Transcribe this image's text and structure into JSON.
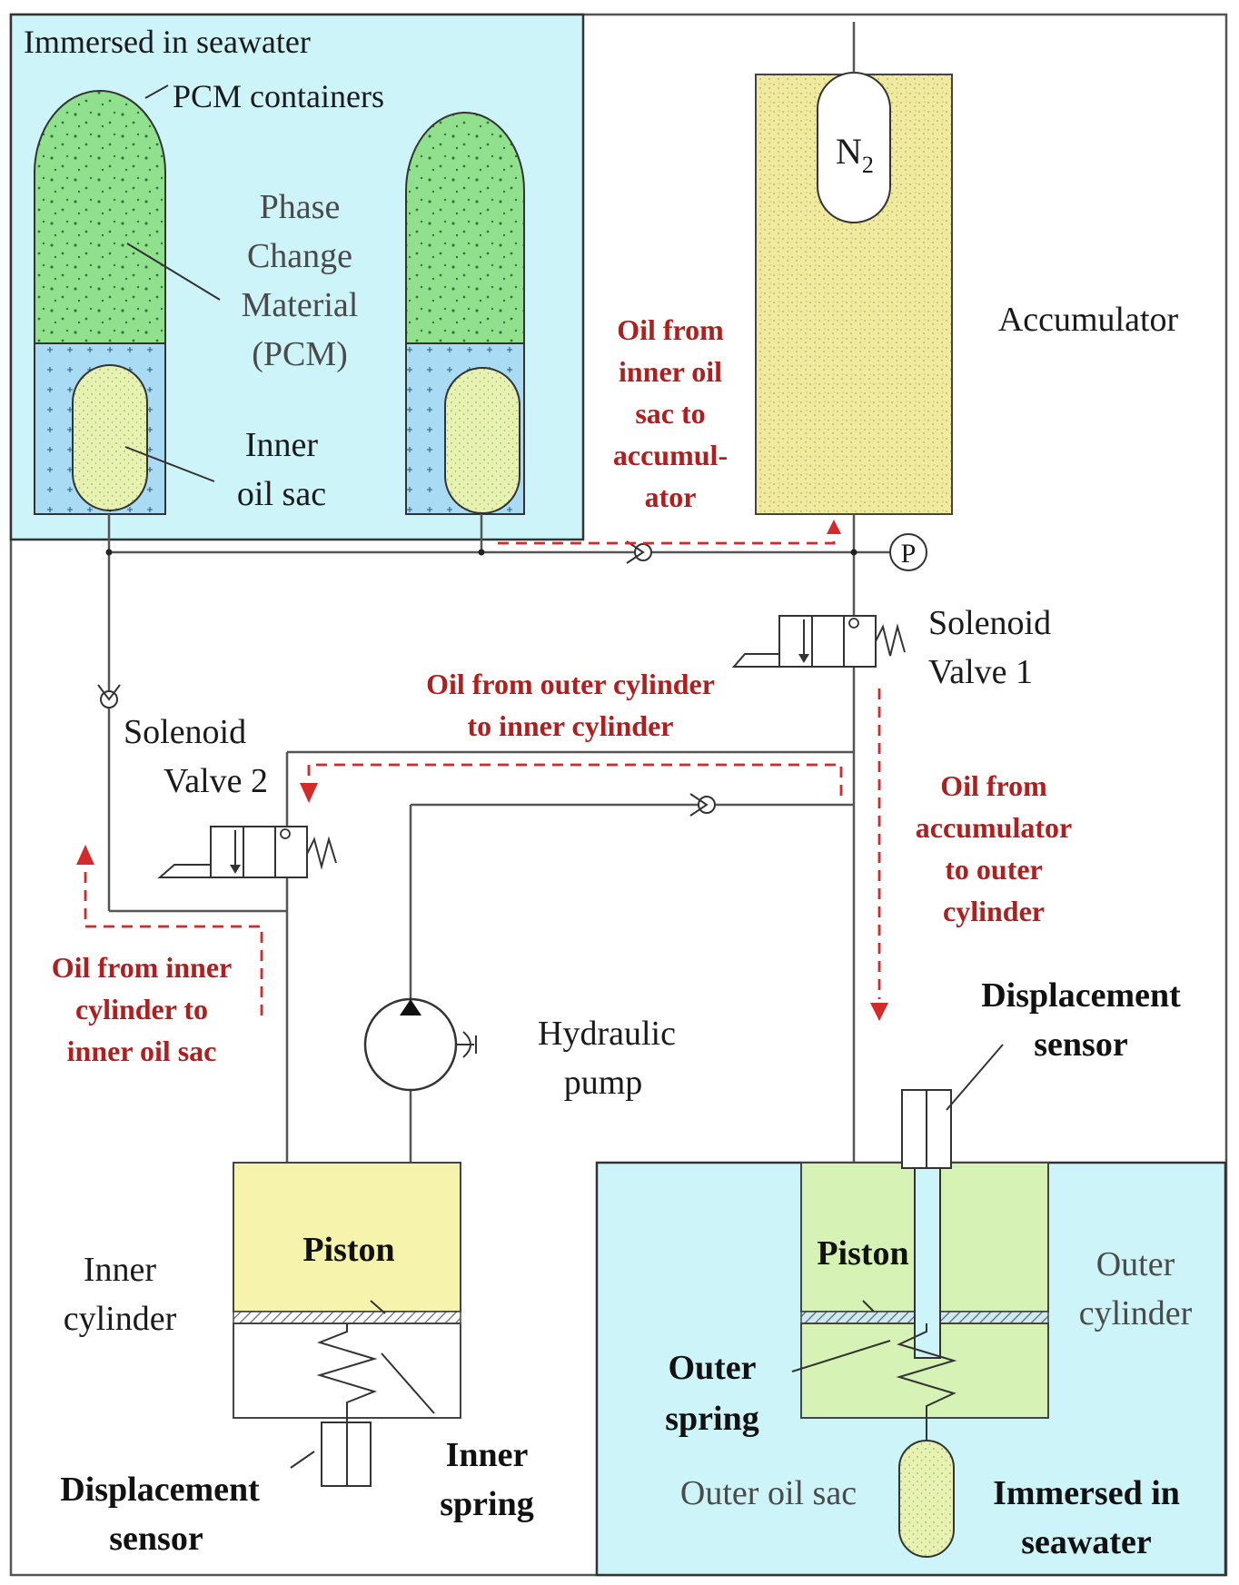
{
  "colors": {
    "seawater": "#cdf4f8",
    "pcm": "#90e08d",
    "oil_sac_fluid": "#a9dcf4",
    "oil": "#e6f1b2",
    "accumulator": "#f0eaa0",
    "inner_cylinder_oil": "#f6f3ad",
    "outer_cylinder": "#d6f2b4",
    "flow_arrow": "#d42a2a",
    "flow_text": "#b01e1e"
  },
  "labels": {
    "immersed_top": "Immersed in seawater",
    "pcm_containers": "PCM containers",
    "pcm_line1": "Phase",
    "pcm_line2": "Change",
    "pcm_line3": "Material",
    "pcm_line4": "(PCM)",
    "inner_oil_sac_line1": "Inner",
    "inner_oil_sac_line2": "oil sac",
    "n2": "N",
    "n2_sub": "2",
    "accumulator": "Accumulator",
    "pressure_gauge": "P",
    "solenoid1_line1": "Solenoid",
    "solenoid1_line2": "Valve 1",
    "solenoid2_line1": "Solenoid",
    "solenoid2_line2": "Valve 2",
    "hydraulic_pump_line1": "Hydraulic",
    "hydraulic_pump_line2": "pump",
    "piston_inner": "Piston",
    "piston_outer": "Piston",
    "inner_cylinder_line1": "Inner",
    "inner_cylinder_line2": "cylinder",
    "outer_cylinder_line1": "Outer",
    "outer_cylinder_line2": "cylinder",
    "inner_spring_line1": "Inner",
    "inner_spring_line2": "spring",
    "outer_spring_line1": "Outer",
    "outer_spring_line2": "spring",
    "displacement_sensor_left_line1": "Displacement",
    "displacement_sensor_left_line2": "sensor",
    "displacement_sensor_right_line1": "Displacement",
    "displacement_sensor_right_line2": "sensor",
    "outer_oil_sac": "Outer oil sac",
    "immersed_bottom_line1": "Immersed in",
    "immersed_bottom_line2": "seawater"
  },
  "flows": {
    "sac_to_accumulator": [
      "Oil from",
      "inner oil",
      "sac to",
      "accumul-",
      "ator"
    ],
    "outer_to_inner": [
      "Oil from outer cylinder",
      "to inner cylinder"
    ],
    "accumulator_to_outer": [
      "Oil from",
      "accumulator",
      "to outer",
      "cylinder"
    ],
    "inner_cylinder_to_sac": [
      "Oil from inner",
      "cylinder to",
      "inner oil sac"
    ]
  }
}
